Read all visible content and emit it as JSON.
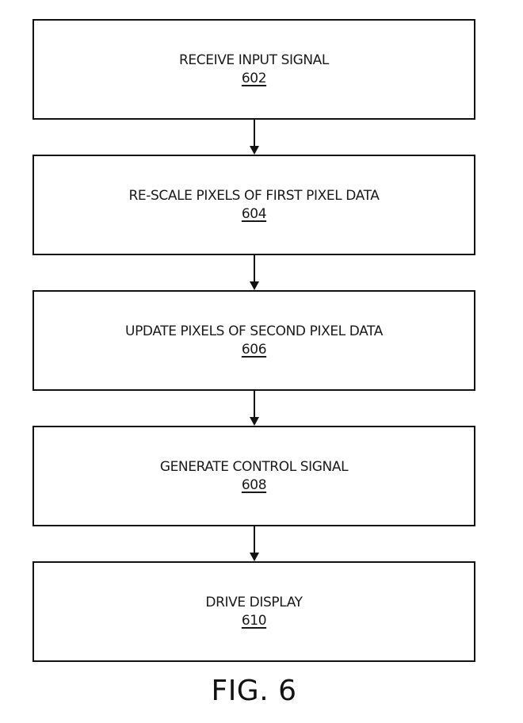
{
  "figure": {
    "caption": "FIG. 6",
    "steps": [
      {
        "label": "RECEIVE INPUT SIGNAL",
        "ref": "602"
      },
      {
        "label": "RE-SCALE PIXELS OF FIRST PIXEL DATA",
        "ref": "604"
      },
      {
        "label": "UPDATE PIXELS OF SECOND PIXEL DATA",
        "ref": "606"
      },
      {
        "label": "GENERATE CONTROL SIGNAL",
        "ref": "608"
      },
      {
        "label": "DRIVE DISPLAY",
        "ref": "610"
      }
    ],
    "colors": {
      "line": "#121212",
      "text": "#1a1a1a",
      "background": "#ffffff"
    }
  }
}
